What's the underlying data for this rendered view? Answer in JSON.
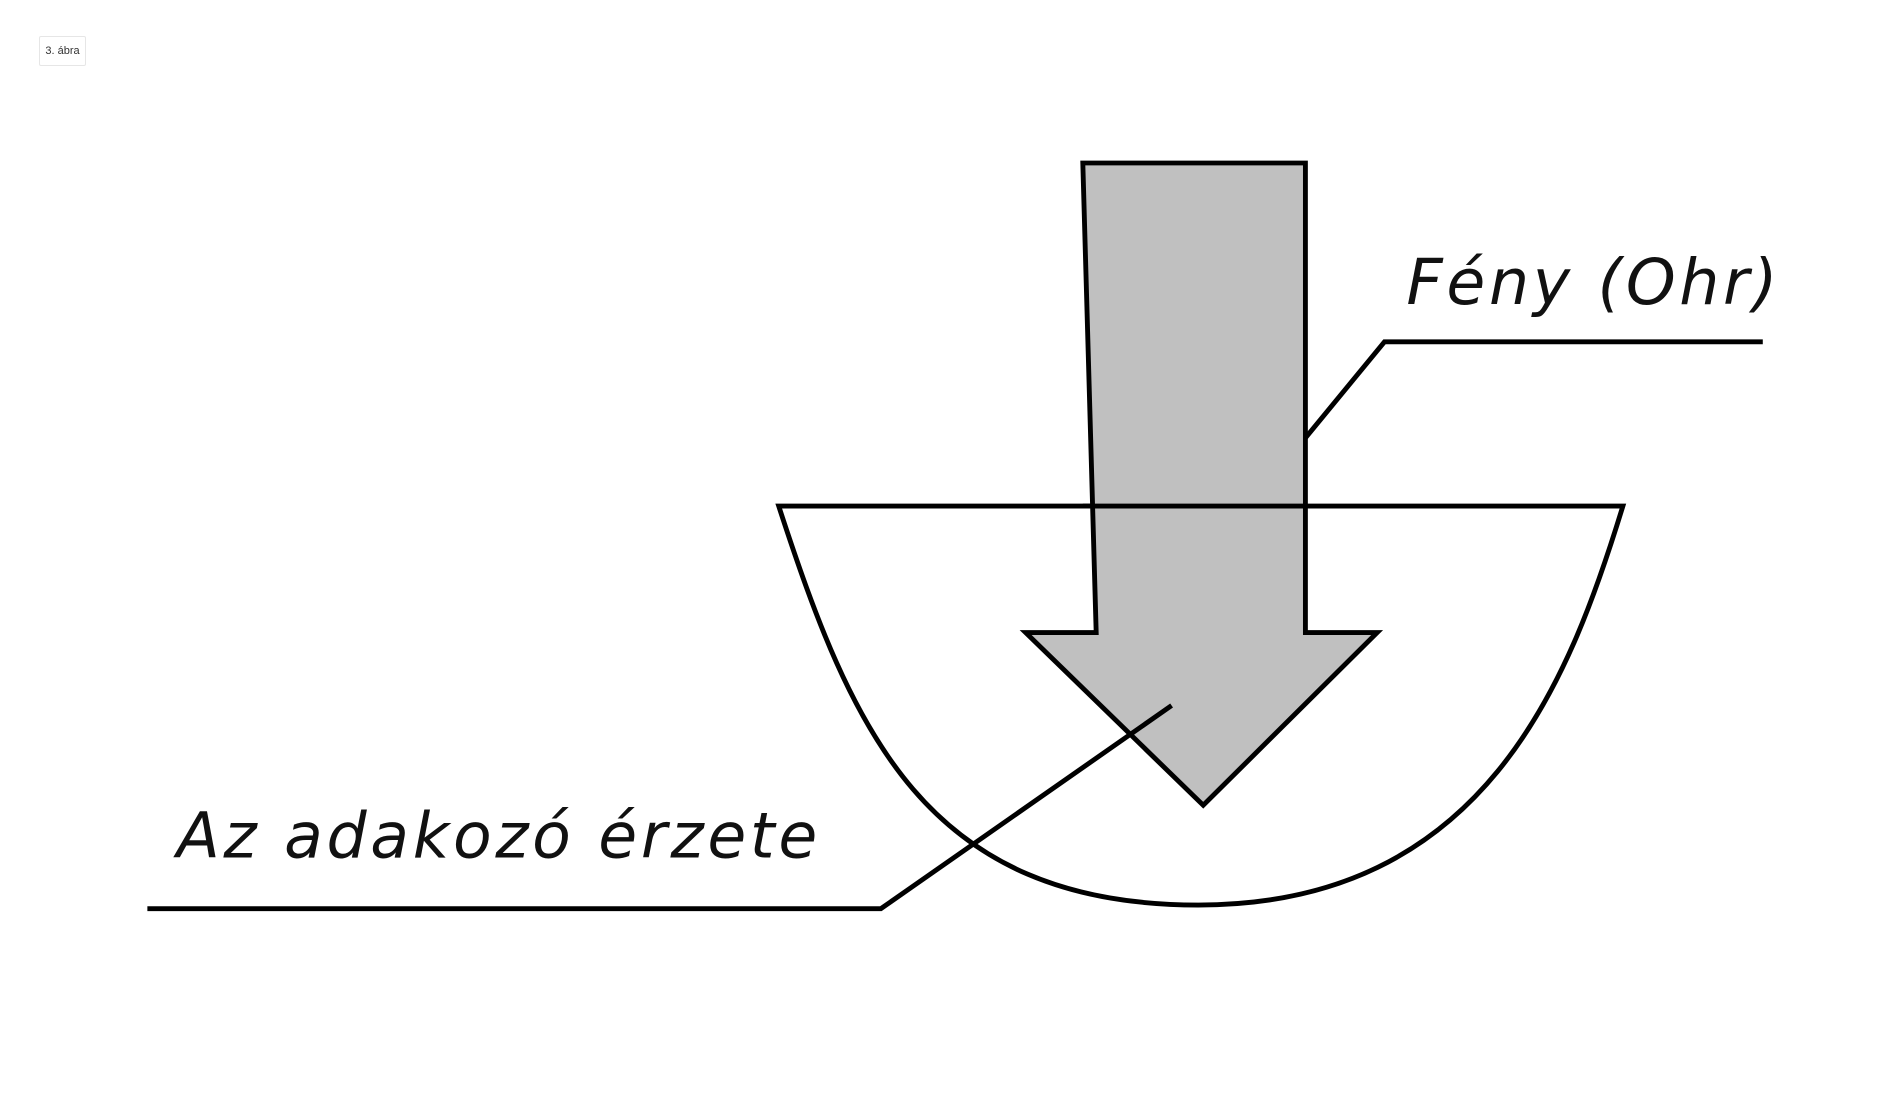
{
  "figure_label": "3. ábra",
  "labels": {
    "light": "Fény (Ohr)",
    "giver_feeling": "Az adakozó érzete"
  },
  "colors": {
    "arrow_fill": "#c0c0c0",
    "stroke": "#000000"
  }
}
